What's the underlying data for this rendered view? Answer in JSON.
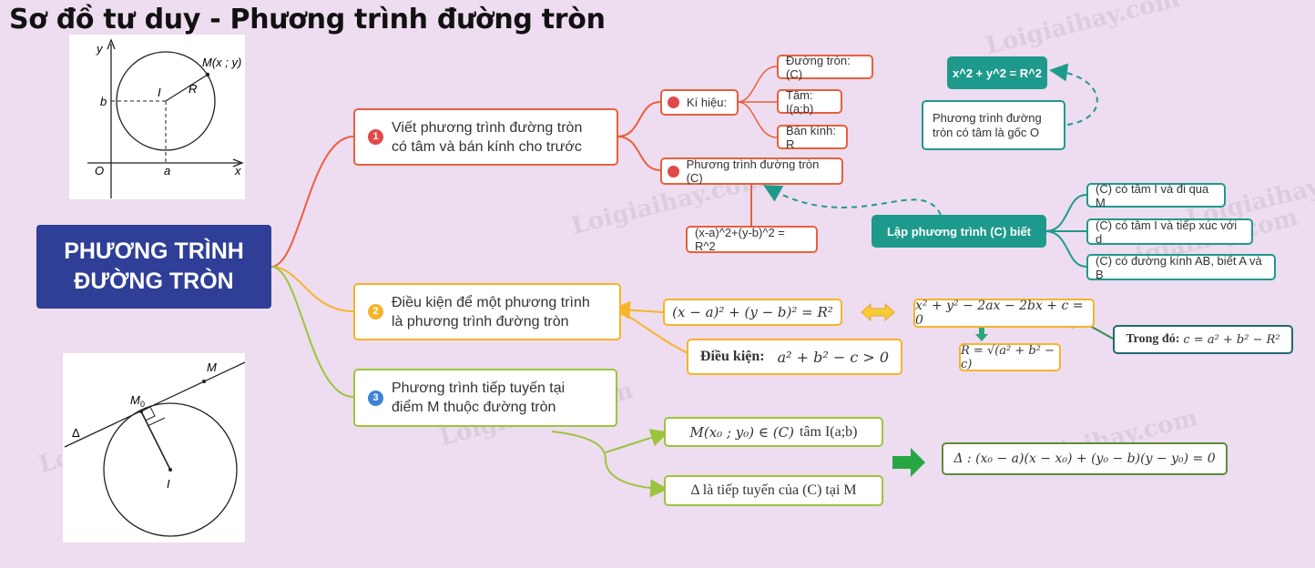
{
  "title": "Sơ đồ tư duy - Phương trình đường tròn",
  "center": {
    "line1": "PHƯƠNG TRÌNH",
    "line2": "ĐƯỜNG TRÒN"
  },
  "watermark": "Loigiaihay.com",
  "figure_top": {
    "y": "y",
    "x": "x",
    "o": "O",
    "a": "a",
    "b": "b",
    "i": "I",
    "r": "R",
    "m": "M(x ; y)"
  },
  "figure_bottom": {
    "m": "M",
    "m0": "M",
    "m0_sub": "0",
    "delta": "Δ",
    "i": "I"
  },
  "branch1": {
    "number": "1",
    "label_l1": "Viết phương trình đường tròn",
    "label_l2": "có tâm và bán kính cho trước",
    "kihieu": "Kí hiệu:",
    "kihieu_items": [
      "Đường tròn: (C)",
      "Tâm: I(a;b)",
      "Bán kính: R"
    ],
    "pt": "Phương trình đường tròn (C)",
    "pt_formula": "(x-a)^2+(y-b)^2 = R^2",
    "origin_formula": "x^2 + y^2 = R^2",
    "origin_l1": "Phương trình đường",
    "origin_l2": "tròn có tâm là gốc O",
    "lap": "Lập phương trình (C) biết",
    "lap_items": [
      "(C) có tâm I và đi qua M",
      "(C) có tâm I và tiếp xúc với d",
      "(C) có đường kính AB, biết A và B"
    ]
  },
  "branch2": {
    "number": "2",
    "label_l1": "Điều kiện để một phương trình",
    "label_l2": "là phương trình đường tròn",
    "eq1": "(x − a)² + (y − b)² = R²",
    "eq2": "x² + y² − 2ax − 2bx + c = 0",
    "r_formula": "R = √(a² + b² − c)",
    "dieukien": "Điều kiện:",
    "dieukien_expr": "a² + b² − c > 0",
    "trongdo": "Trong đó:",
    "trongdo_expr": "c = a² + b² − R²"
  },
  "branch3": {
    "number": "3",
    "label_l1": "Phương trình tiếp tuyến tại",
    "label_l2": "điểm M thuộc đường tròn",
    "cond1_math": "M(x₀ ; y₀) ∈ (C)",
    "cond1_text": "tâm I(a;b)",
    "cond2": "Δ  là tiếp tuyến của (C) tại M",
    "result": "Δ : (x₀ − a)(x − x₀) + (y₀ − b)(y − y₀) = 0"
  },
  "colors": {
    "bg": "#eedcf0",
    "center": "#2f3e96",
    "b1": "#e8603c",
    "b2": "#f6b42a",
    "b3": "#9bc53d",
    "teal": "#1e9a8c"
  }
}
